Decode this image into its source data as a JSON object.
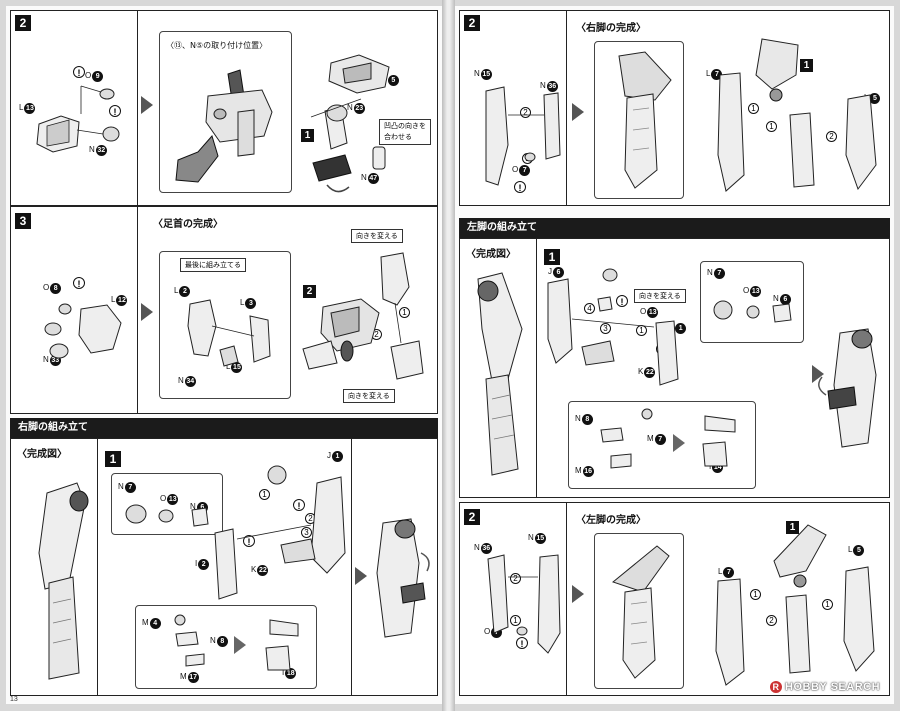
{
  "left_page": {
    "page_number": "13",
    "step2": {
      "number": "2",
      "box_caption": "〈⑬、N⑤の取り付け位置〉",
      "sub_number": "1",
      "note": "凹凸の向きを\n合わせる",
      "parts": [
        {
          "letter": "O",
          "num": "9"
        },
        {
          "letter": "L",
          "num": "13"
        },
        {
          "letter": "N",
          "num": "32"
        },
        {
          "letter": "N",
          "num": "5"
        },
        {
          "letter": "N",
          "num": "23"
        },
        {
          "letter": "N",
          "num": "47"
        }
      ]
    },
    "step3": {
      "number": "3",
      "title": "〈足首の完成〉",
      "box_callout": "最後に組み立てる",
      "sub_number": "2",
      "callout_top": "向きを変える",
      "callout_bottom": "向きを変える",
      "parts": [
        {
          "letter": "O",
          "num": "8"
        },
        {
          "letter": "L",
          "num": "12"
        },
        {
          "letter": "N",
          "num": "33"
        },
        {
          "letter": "L",
          "num": "2"
        },
        {
          "letter": "L",
          "num": "3"
        },
        {
          "letter": "N",
          "num": "34"
        },
        {
          "letter": "L",
          "num": "15"
        }
      ]
    },
    "section": {
      "title": "右脚の組み立て",
      "complete_label": "〈完成図〉",
      "step_number": "1",
      "parts": [
        {
          "letter": "N",
          "num": "7"
        },
        {
          "letter": "O",
          "num": "13"
        },
        {
          "letter": "N",
          "num": "6"
        },
        {
          "letter": "J",
          "num": "1"
        },
        {
          "letter": "I",
          "num": "2"
        },
        {
          "letter": "K",
          "num": "22"
        },
        {
          "letter": "M",
          "num": "4"
        },
        {
          "letter": "N",
          "num": "8"
        },
        {
          "letter": "M",
          "num": "17"
        },
        {
          "letter": "I",
          "num": "18"
        }
      ]
    }
  },
  "right_page": {
    "step2_top": {
      "number": "2",
      "title": "〈右脚の完成〉",
      "sub_number": "1",
      "parts": [
        {
          "letter": "N",
          "num": "15"
        },
        {
          "letter": "N",
          "num": "36"
        },
        {
          "letter": "O",
          "num": "7"
        },
        {
          "letter": "L",
          "num": "7"
        },
        {
          "letter": "L",
          "num": "5"
        }
      ]
    },
    "section": {
      "title": "左脚の組み立て",
      "complete_label": "〈完成図〉",
      "step_number": "1",
      "callout": "向きを変える",
      "parts": [
        {
          "letter": "J",
          "num": "6"
        },
        {
          "letter": "O",
          "num": "13"
        },
        {
          "letter": "I",
          "num": "1"
        },
        {
          "letter": "K",
          "num": "22"
        },
        {
          "letter": "N",
          "num": "7"
        },
        {
          "letter": "O",
          "num": "13"
        },
        {
          "letter": "N",
          "num": "6"
        },
        {
          "letter": "N",
          "num": "8"
        },
        {
          "letter": "M",
          "num": "7"
        },
        {
          "letter": "M",
          "num": "16"
        },
        {
          "letter": "I",
          "num": "14"
        }
      ]
    },
    "step2_bottom": {
      "number": "2",
      "title": "〈左脚の完成〉",
      "sub_number": "1",
      "parts": [
        {
          "letter": "N",
          "num": "36"
        },
        {
          "letter": "N",
          "num": "15"
        },
        {
          "letter": "O",
          "num": "7"
        },
        {
          "letter": "L",
          "num": "7"
        },
        {
          "letter": "L",
          "num": "5"
        }
      ]
    },
    "watermark": "HOBBY SEARCH",
    "watermark_mark": "R"
  },
  "step_circle_labels": [
    "1",
    "2",
    "3",
    "4",
    "!"
  ]
}
